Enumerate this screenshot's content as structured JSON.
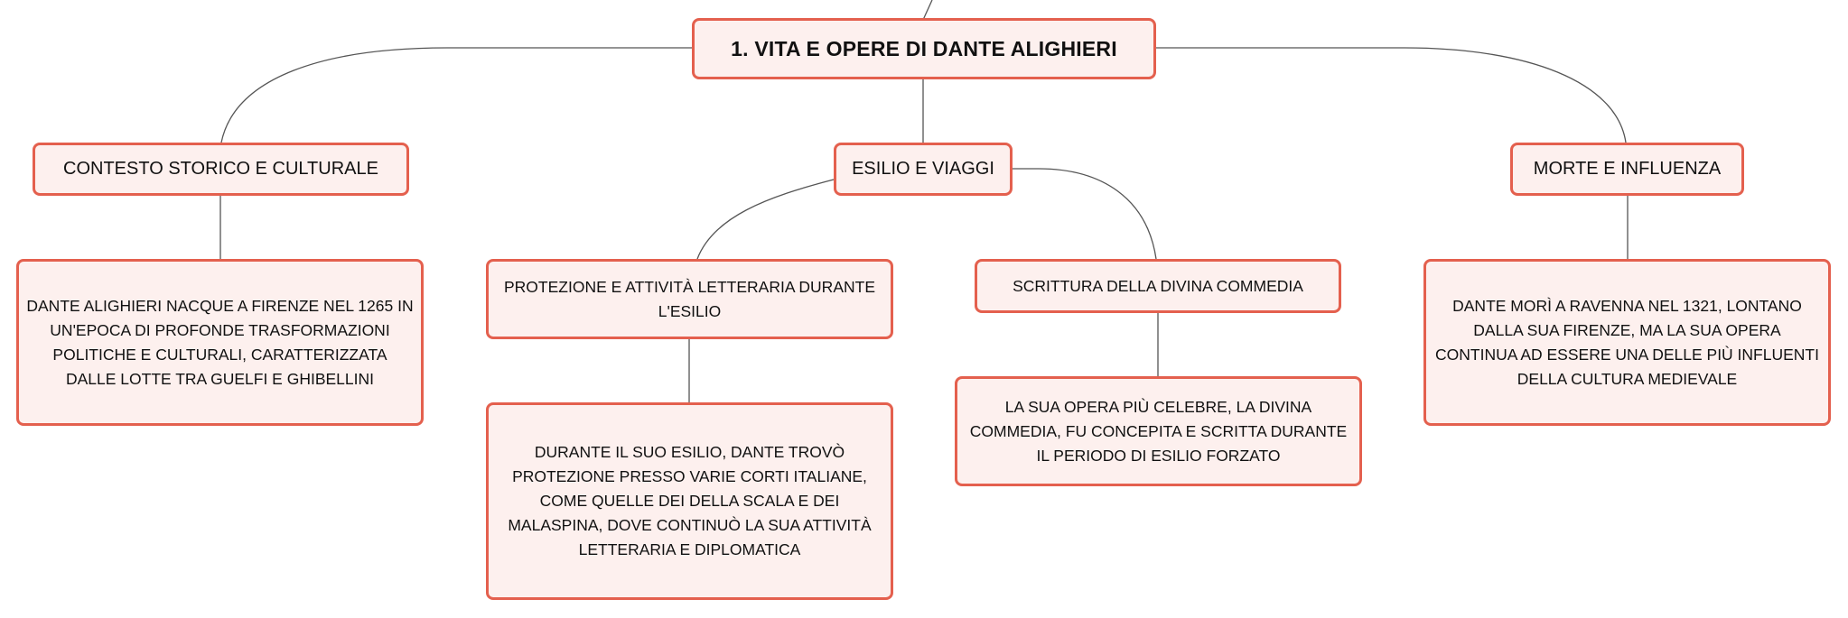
{
  "diagram": {
    "root": {
      "title": "1. VITA E OPERE DI DANTE ALIGHIERI"
    },
    "branches": {
      "context": {
        "title": "CONTESTO STORICO E CULTURALE",
        "detail": "DANTE ALIGHIERI NACQUE A FIRENZE NEL 1265 IN UN'EPOCA DI PROFONDE TRASFORMAZIONI POLITICHE E CULTURALI, CARATTERIZZATA DALLE LOTTE TRA GUELFI E GHIBELLINI"
      },
      "exile": {
        "title": "ESILIO E VIAGGI",
        "protection": {
          "title": "PROTEZIONE E ATTIVITÀ LETTERARIA DURANTE L'ESILIO",
          "detail": "DURANTE IL SUO ESILIO, DANTE TROVÒ PROTEZIONE PRESSO VARIE CORTI ITALIANE, COME QUELLE DEI DELLA SCALA E DEI MALASPINA, DOVE CONTINUÒ LA SUA ATTIVITÀ LETTERARIA E DIPLOMATICA"
        },
        "comedy": {
          "title": "SCRITTURA DELLA DIVINA COMMEDIA",
          "detail": "LA SUA OPERA PIÙ CELEBRE, LA DIVINA COMMEDIA, FU CONCEPITA E SCRITTA DURANTE IL PERIODO DI ESILIO FORZATO"
        }
      },
      "death": {
        "title": "MORTE E INFLUENZA",
        "detail": "DANTE MORÌ A RAVENNA NEL 1321, LONTANO DALLA SUA FIRENZE, MA LA SUA OPERA CONTINUA AD ESSERE UNA DELLE PIÙ INFLUENTI DELLA CULTURA MEDIEVALE"
      }
    }
  },
  "colors": {
    "node_border": "#e4604e",
    "node_fill": "#fdf0ee",
    "connector": "#555555",
    "text": "#111111"
  }
}
